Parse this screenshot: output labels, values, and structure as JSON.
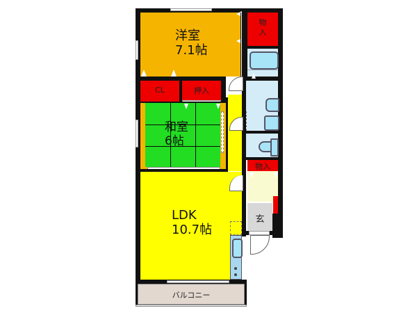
{
  "floorplan": {
    "rooms": {
      "western_room": {
        "name": "洋室",
        "size": "7.1帖",
        "color": "#f5b400"
      },
      "japanese_room": {
        "name": "和室",
        "size": "6帖",
        "color": "#22dd22"
      },
      "ldk": {
        "name": "LDK",
        "size": "10.7帖",
        "color": "#ffff00"
      },
      "balcony": {
        "name": "バルコニー",
        "color": "#e2d8d0"
      },
      "entrance": {
        "name": "玄",
        "color": "#d8d8d8"
      },
      "hall": {
        "color": "#fafad0"
      },
      "bath": {
        "color": "#d4ecf8"
      }
    },
    "storage": {
      "closet_top_right": {
        "label_line1": "物",
        "label_line2": "入"
      },
      "closet_cl": {
        "label": "CL"
      },
      "oshiire": {
        "label": "押入"
      },
      "closet_hall": {
        "label": "物入"
      }
    },
    "colors": {
      "wall": "#111111",
      "storage_red": "#ee0000",
      "fixture_blue": "#a8e4f8"
    }
  }
}
